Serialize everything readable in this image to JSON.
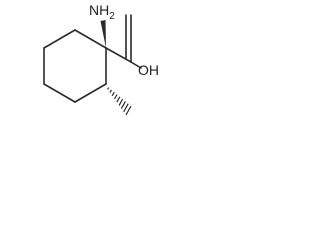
{
  "molecule": {
    "amine_label": "NH",
    "amine_subscript": "2",
    "hydroxyl_label": "OH"
  },
  "colors": {
    "bond": "#2a2a2a",
    "text": "#222222",
    "background": "#ffffff"
  }
}
